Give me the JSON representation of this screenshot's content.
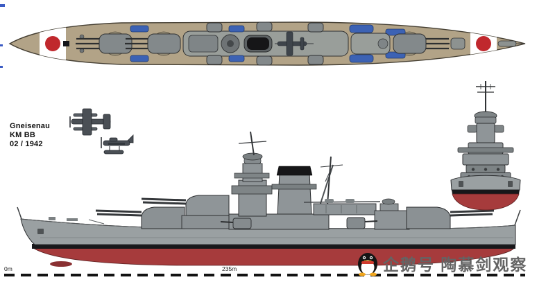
{
  "label_block": {
    "ship_name": "Gneisenau",
    "type_code": "KM BB",
    "date": "02 / 1942"
  },
  "scale_bar": {
    "start_label": "0m",
    "end_label": "235m"
  },
  "watermark": {
    "text": "企鹅号 陶慕剑观察"
  },
  "palette": {
    "background": "#ffffff",
    "deck_tan": "#b2a387",
    "hull_gray": "#9aa0a2",
    "superstructure_gray": "#8f9598",
    "underwater_red": "#a63b3c",
    "boot_stripe_black": "#17171a",
    "funnel_cap_black": "#161618",
    "marking_white": "#ffffff",
    "marking_red": "#c0282d",
    "boat_blue": "#3c62b4",
    "watermark_gray": "#646464",
    "outline_dark": "#2c2e30"
  }
}
